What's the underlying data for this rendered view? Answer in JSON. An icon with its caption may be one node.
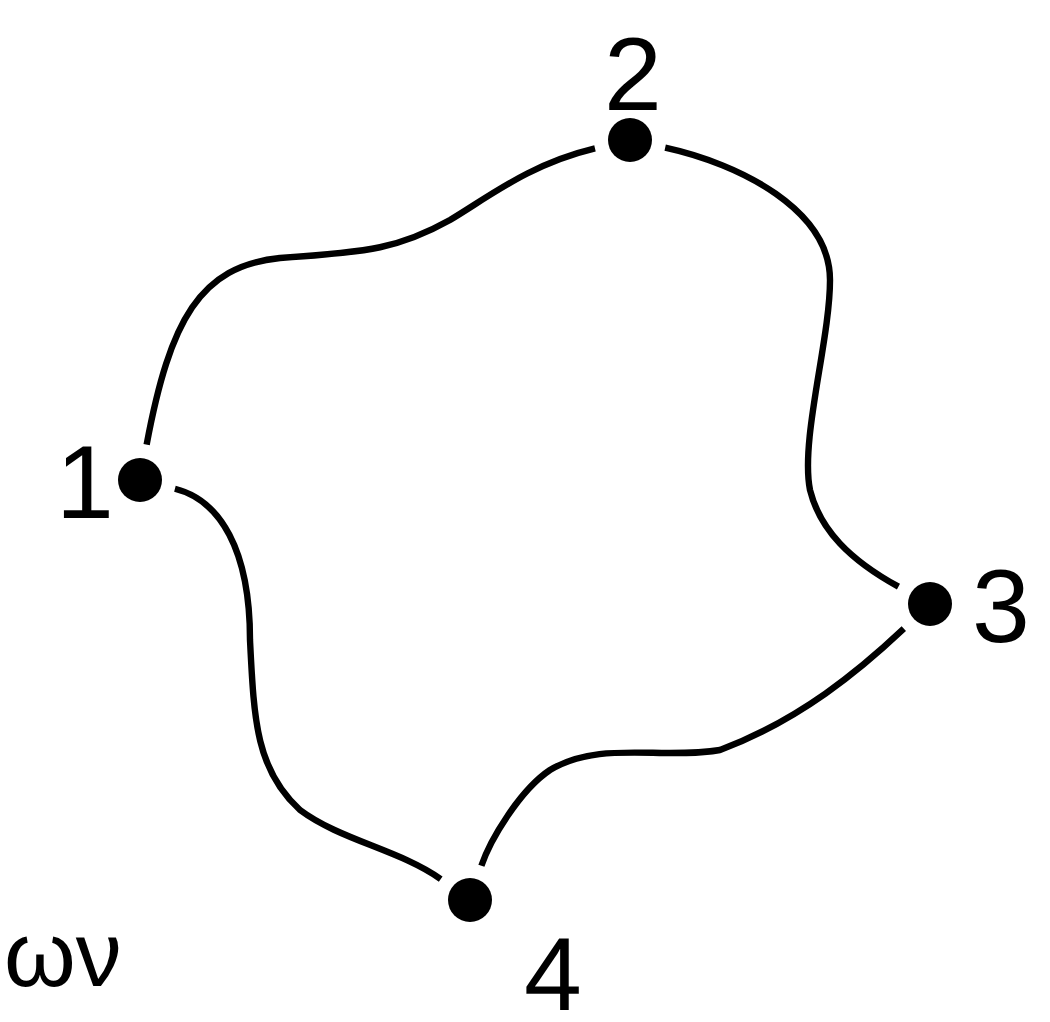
{
  "diagram": {
    "nodes": [
      {
        "text": [],
        "shape": "circle",
        "beside": [
          "1"
        ]
      },
      {
        "text": [],
        "shape": "circle",
        "beside": [
          "2"
        ]
      },
      {
        "text": [],
        "shape": "circle",
        "beside": [
          "3"
        ]
      },
      {
        "text": [],
        "shape": "circle",
        "beside": [
          "4"
        ]
      }
    ],
    "edges": [
      {
        "from": 0,
        "to": 1,
        "arrow": "none"
      },
      {
        "from": 1,
        "to": 2,
        "arrow": "none"
      },
      {
        "from": 2,
        "to": 3,
        "arrow": "none"
      },
      {
        "from": 0,
        "to": 3,
        "arrow": "none"
      }
    ],
    "labels": [
      "ων"
    ]
  }
}
